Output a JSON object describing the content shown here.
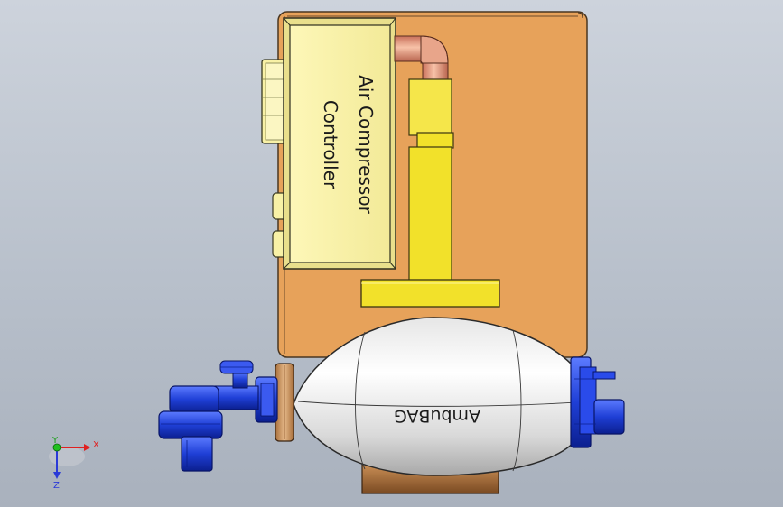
{
  "assembly": {
    "controller_label_line1": "Air Compressor",
    "controller_label_line2": "Controller",
    "bag_label": "AmbuBAG"
  },
  "triad": {
    "x_label": "X",
    "y_label": "Y",
    "z_label": "Z"
  },
  "colors": {
    "viewport_background": "#b8c0cb",
    "base_plate": "#e7a25a",
    "controller_box": "#f8f1a6",
    "yellow_parts": "#f2e12a",
    "copper_pipe": "#e0957a",
    "bag_body": "#f2f2f2",
    "blue_valve": "#1f3fd6",
    "bronze_parts": "#a86f3b"
  }
}
